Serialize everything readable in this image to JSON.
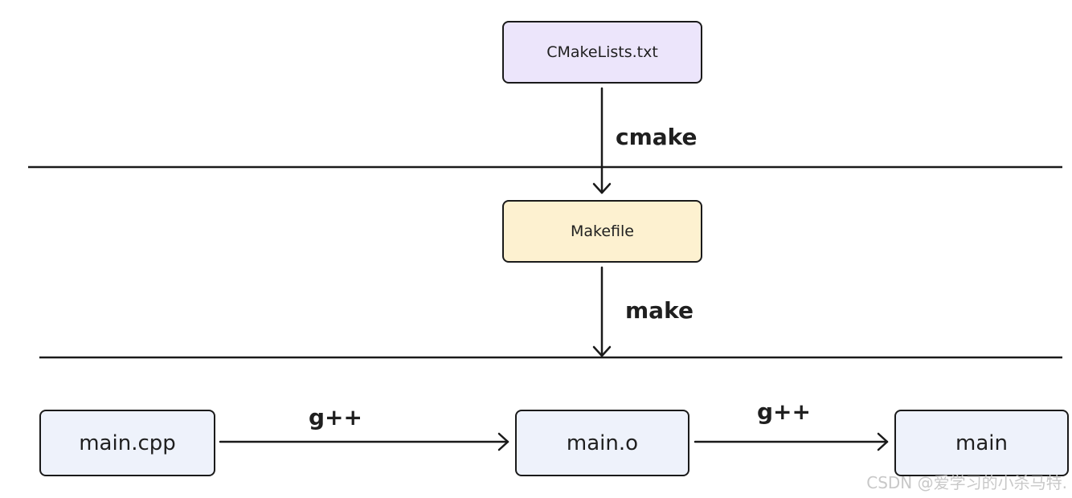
{
  "nodes": {
    "cmakelists": "CMakeLists.txt",
    "makefile": "Makefile",
    "main_cpp": "main.cpp",
    "main_o": "main.o",
    "main": "main"
  },
  "edges": {
    "cmake": "cmake",
    "make": "make",
    "gpp_1": "g++",
    "gpp_2": "g++"
  },
  "watermark": "CSDN @爱学习的小杀马特."
}
